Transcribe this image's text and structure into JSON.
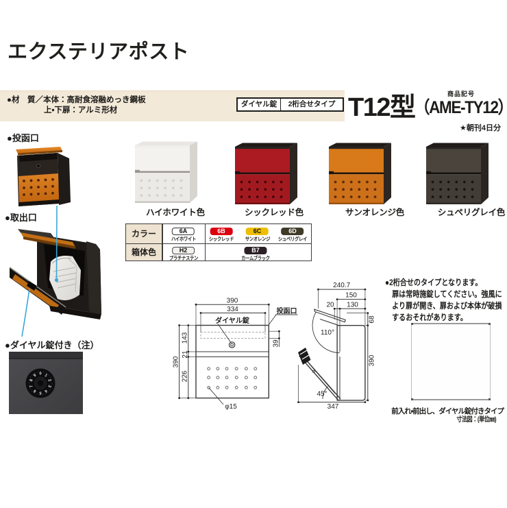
{
  "header": {
    "title": "エクステリアポスト"
  },
  "spec_bar": {
    "bg": "#f3e9d8",
    "material_line1": "●材　質／本体：高耐食溶融めっき鋼板",
    "material_line2": "上・下扉：アルミ形材",
    "badges": [
      "ダイヤル錠",
      "2桁合せタイプ"
    ]
  },
  "model": {
    "name": "T12型",
    "code_mark": "商品記号",
    "code": "（AME-TY12）",
    "capacity": "★朝刊4日分"
  },
  "features": {
    "slot_label": "●投函口",
    "outlet_label": "●取出口",
    "dial_label": "●ダイヤル錠付き（注）",
    "pointer_color": "#3aa7d8"
  },
  "variants": [
    {
      "label": "ハイホワイト色",
      "door": "#f4f2ef",
      "panel": "#eceae6",
      "side": "#d7d5d0",
      "top": "#e9e7e3",
      "lip": "#f0eeeb",
      "slot": "#9a9792",
      "dots": "#d3d1cc",
      "edge": "#c7c5c0"
    },
    {
      "label": "シックレッド色",
      "door": "#ac1b21",
      "panel": "#a21a1f",
      "side": "#2c2521",
      "top": "#211b18",
      "lip": "#292320",
      "slot": "#1c1412",
      "dots": "#42090d",
      "edge": "#6e1014"
    },
    {
      "label": "サンオレンジ色",
      "door": "#d87a19",
      "panel": "#cd701a",
      "side": "#2d2622",
      "top": "#221c18",
      "lip": "#2a2420",
      "slot": "#1d1410",
      "dots": "#5c2c08",
      "edge": "#9a5210"
    },
    {
      "label": "シュペリグレイ色",
      "door": "#4a443d",
      "panel": "#423d37",
      "side": "#2a2521",
      "top": "#201b18",
      "lip": "#272220",
      "slot": "#15110e",
      "dots": "#181410",
      "edge": "#2e2925"
    }
  ],
  "color_table": {
    "row1_header": "カラー",
    "row2_header": "箱体色",
    "row1_chips": [
      {
        "code": "6A",
        "name": "ハイホワイト",
        "bg": "#ffffff",
        "fg": "#111111",
        "border": "#333333"
      },
      {
        "code": "6B",
        "name": "シックレッド",
        "bg": "#da0010",
        "fg": "#ffffff",
        "border": "#da0010"
      },
      {
        "code": "6C",
        "name": "サンオレンジ",
        "bg": "#eebe00",
        "fg": "#111111",
        "border": "#eebe00"
      },
      {
        "code": "6D",
        "name": "シュペリグレイ",
        "bg": "#3f3b29",
        "fg": "#ffffff",
        "border": "#3f3b29"
      }
    ],
    "row2_chips": [
      {
        "code": "H2",
        "name": "プラチナステン",
        "bg": "#f2f1ec",
        "fg": "#111111",
        "border": "#444444"
      },
      {
        "code": "B7",
        "name": "カームブラック",
        "bg": "#2b2026",
        "fg": "#ffffff",
        "border": "#2b2026"
      }
    ]
  },
  "diagram": {
    "front": {
      "width_total": "390",
      "width_slot": "334",
      "dial_label": "ダイヤル錠",
      "slot_label": "投函口",
      "slot_height": "39",
      "h_top": "143",
      "h_gap": "21",
      "h_bottom": "226",
      "height_total": "390",
      "hole_dia": "φ15"
    },
    "side": {
      "depth_total": "240.7",
      "depth_body": "150",
      "depth_door": "20",
      "depth_back": "130",
      "lid_height": "68",
      "open_angle": "110°",
      "height_total": "390",
      "door_angle": "45°",
      "depth_open": "347"
    }
  },
  "notes": {
    "lines": [
      "●2桁合せのタイプとなります。",
      "扉は常時施錠してください。強風に",
      "より扉が開き、扉および本体が破損",
      "するおそれがあります。"
    ]
  },
  "footer": {
    "type_label": "前入れ・前出し、ダイヤル錠付きタイプ",
    "unit_label": "寸法図：(単位㎜)"
  }
}
